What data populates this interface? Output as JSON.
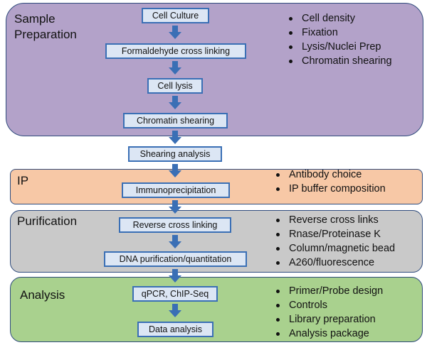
{
  "colors": {
    "sample_prep": "#b3a2c9",
    "ip": "#f7c8a6",
    "purification": "#c9c9c9",
    "analysis": "#a9d18e",
    "step_fill": "#dce6f4",
    "step_border": "#3a6fb5",
    "arrow": "#3a6fb5"
  },
  "sections": {
    "sample_prep": {
      "title_line1": "Sample",
      "title_line2": "Preparation",
      "bullets": [
        "Cell density",
        "Fixation",
        "Lysis/Nuclei Prep",
        "Chromatin shearing"
      ]
    },
    "ip": {
      "title": "IP",
      "bullets": [
        "Antibody choice",
        "IP buffer composition"
      ]
    },
    "purification": {
      "title": "Purification",
      "bullets": [
        "Reverse cross links",
        "Rnase/Proteinase K",
        "Column/magnetic bead",
        "A260/fluorescence"
      ]
    },
    "analysis": {
      "title": "Analysis",
      "bullets": [
        "Primer/Probe design",
        "Controls",
        "Library preparation",
        "Analysis package"
      ]
    }
  },
  "steps": {
    "cell_culture": "Cell Culture",
    "formaldehyde": "Formaldehyde cross linking",
    "cell_lysis": "Cell lysis",
    "chromatin_shearing": "Chromatin shearing",
    "shearing_analysis": "Shearing analysis",
    "immunoprecipitation": "Immunoprecipitation",
    "reverse_cross_linking": "Reverse cross linking",
    "dna_purification": "DNA purification/quantitation",
    "qpcr_chipseq": "qPCR, ChIP-Seq",
    "data_analysis": "Data analysis"
  },
  "icons": {
    "flow_arrow": "down-arrow-icon"
  }
}
